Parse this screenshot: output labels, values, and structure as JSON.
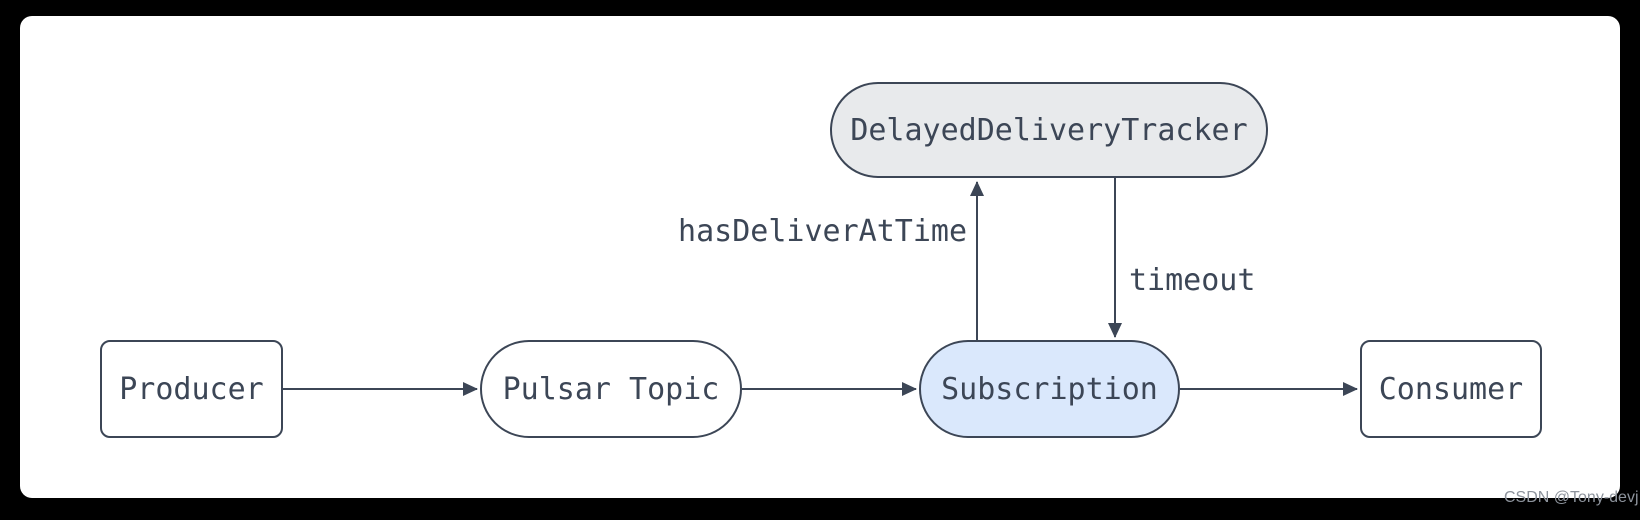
{
  "diagram": {
    "nodes": {
      "producer": {
        "label": "Producer",
        "shape": "rounded-rect"
      },
      "pulsar_topic": {
        "label": "Pulsar Topic",
        "shape": "pill"
      },
      "subscription": {
        "label": "Subscription",
        "shape": "pill"
      },
      "consumer": {
        "label": "Consumer",
        "shape": "rounded-rect"
      },
      "tracker": {
        "label": "DelayedDeliveryTracker",
        "shape": "pill"
      }
    },
    "edges": {
      "producer_to_topic": {
        "from": "producer",
        "to": "pulsar_topic",
        "label": ""
      },
      "topic_to_subscription": {
        "from": "pulsar_topic",
        "to": "subscription",
        "label": ""
      },
      "subscription_to_consumer": {
        "from": "subscription",
        "to": "consumer",
        "label": ""
      },
      "has_deliver_at_time": {
        "from": "subscription",
        "to": "tracker",
        "label": "hasDeliverAtTime"
      },
      "timeout": {
        "from": "tracker",
        "to": "subscription",
        "label": "timeout"
      }
    },
    "colors": {
      "stroke": "#3c4656",
      "node_fill": "#ffffff",
      "subscription_fill": "#dae8fc",
      "tracker_fill": "#e8eaec",
      "panel_bg": "#ffffff",
      "frame_bg": "#000000",
      "watermark_color": "#8d939c"
    }
  },
  "watermark": {
    "text": "CSDN @Tony-devj"
  }
}
